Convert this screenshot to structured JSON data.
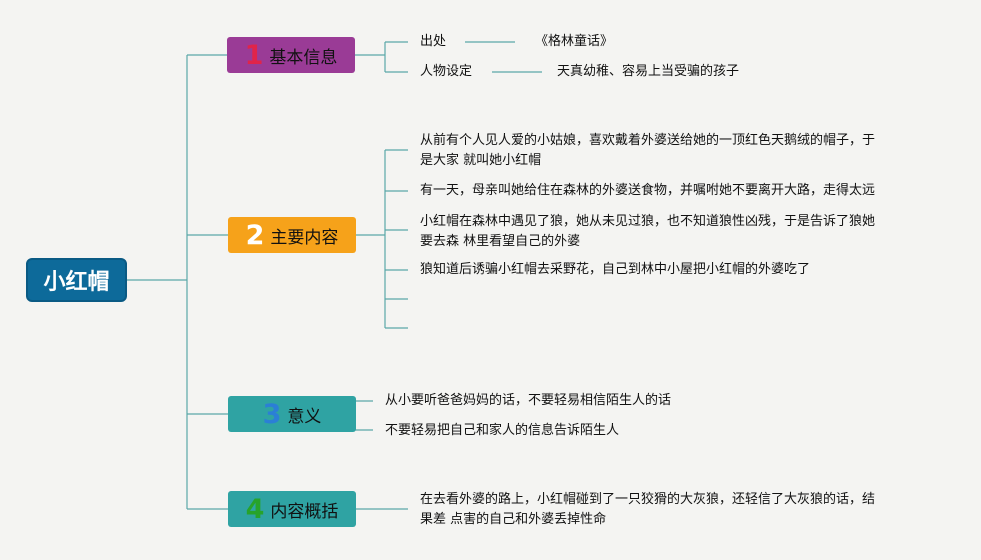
{
  "root": {
    "label": "小红帽"
  },
  "topics": [
    {
      "num": "1",
      "num_color": "#e0244a",
      "label": "基本信息"
    },
    {
      "num": "2",
      "num_color": "#ffffff",
      "label": "主要内容"
    },
    {
      "num": "3",
      "num_color": "#2b7fd6",
      "label": "意义"
    },
    {
      "num": "4",
      "num_color": "#27a32b",
      "label": "内容概括"
    }
  ],
  "basic_info": {
    "source_label": "出处",
    "source_value": "《格林童话》",
    "character_label": "人物设定",
    "character_value": "天真幼稚、容易上当受骗的孩子"
  },
  "main_content": [
    "从前有个人见人爱的小姑娘，喜欢戴着外婆送给她的一顶红色天鹅绒的帽子，于",
    "是大家 就叫她小红帽",
    "有一天，母亲叫她给住在森林的外婆送食物，并嘱咐她不要离开大路，走得太远",
    "小红帽在森林中遇见了狼，她从未见过狼，也不知道狼性凶残，于是告诉了狼她",
    "要去森 林里看望自己的外婆",
    "狼知道后诱骗小红帽去采野花，自己到林中小屋把小红帽的外婆吃了"
  ],
  "meaning": [
    "从小要听爸爸妈妈的话，不要轻易相信陌生人的话",
    "不要轻易把自己和家人的信息告诉陌生人"
  ],
  "summary": [
    "在去看外婆的路上，小红帽碰到了一只狡猾的大灰狼，还轻信了大灰狼的话，结",
    "果差 点害的自己和外婆丢掉性命"
  ],
  "colors": {
    "line": "#5aa8a8",
    "root": "#0d6a9a"
  }
}
